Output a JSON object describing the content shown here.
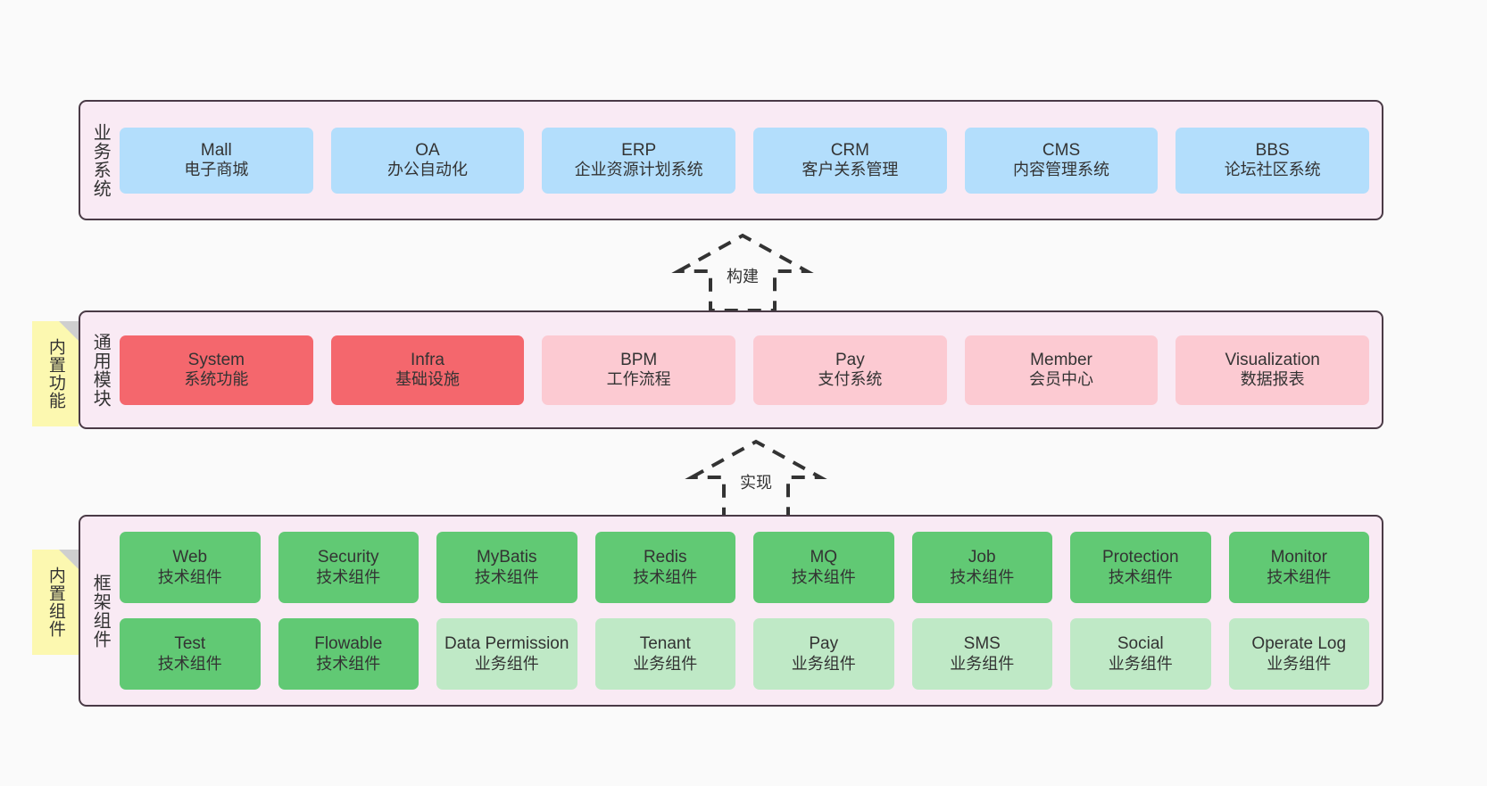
{
  "diagram": {
    "title": "",
    "colors": {
      "band_fill": "#f9eaf4",
      "band_border": "#4a3a46",
      "business_card": "#b3defc",
      "common_primary_card": "#f4676d",
      "common_secondary_card": "#fccad2",
      "tech_component_card": "#61c974",
      "business_component_card": "#bfe9c6",
      "sticky_note": "#fcf8b0",
      "page_background": "#fafafa"
    }
  },
  "bands": [
    {
      "id": "business",
      "label": "业务系统",
      "rows": [
        {
          "cards": [
            {
              "title": "Mall",
              "subtitle": "电子商城",
              "style": "c-blue"
            },
            {
              "title": "OA",
              "subtitle": "办公自动化",
              "style": "c-blue"
            },
            {
              "title": "ERP",
              "subtitle": "企业资源计划系统",
              "style": "c-blue"
            },
            {
              "title": "CRM",
              "subtitle": "客户关系管理",
              "style": "c-blue"
            },
            {
              "title": "CMS",
              "subtitle": "内容管理系统",
              "style": "c-blue"
            },
            {
              "title": "BBS",
              "subtitle": "论坛社区系统",
              "style": "c-blue"
            }
          ]
        }
      ]
    },
    {
      "id": "common",
      "label": "通用模块",
      "sticky": "内置功能",
      "rows": [
        {
          "cards": [
            {
              "title": "System",
              "subtitle": "系统功能",
              "style": "c-red"
            },
            {
              "title": "Infra",
              "subtitle": "基础设施",
              "style": "c-red"
            },
            {
              "title": "BPM",
              "subtitle": "工作流程",
              "style": "c-pink"
            },
            {
              "title": "Pay",
              "subtitle": "支付系统",
              "style": "c-pink"
            },
            {
              "title": "Member",
              "subtitle": "会员中心",
              "style": "c-pink"
            },
            {
              "title": "Visualization",
              "subtitle": "数据报表",
              "style": "c-pink"
            }
          ]
        }
      ]
    },
    {
      "id": "framework",
      "label": "框架组件",
      "sticky": "内置组件",
      "rows": [
        {
          "cards": [
            {
              "title": "Web",
              "subtitle": "技术组件",
              "style": "c-green"
            },
            {
              "title": "Security",
              "subtitle": "技术组件",
              "style": "c-green"
            },
            {
              "title": "MyBatis",
              "subtitle": "技术组件",
              "style": "c-green"
            },
            {
              "title": "Redis",
              "subtitle": "技术组件",
              "style": "c-green"
            },
            {
              "title": "MQ",
              "subtitle": "技术组件",
              "style": "c-green"
            },
            {
              "title": "Job",
              "subtitle": "技术组件",
              "style": "c-green"
            },
            {
              "title": "Protection",
              "subtitle": "技术组件",
              "style": "c-green"
            },
            {
              "title": "Monitor",
              "subtitle": "技术组件",
              "style": "c-green"
            }
          ]
        },
        {
          "cards": [
            {
              "title": "Test",
              "subtitle": "技术组件",
              "style": "c-green"
            },
            {
              "title": "Flowable",
              "subtitle": "技术组件",
              "style": "c-green"
            },
            {
              "title": "Data Permission",
              "subtitle": "业务组件",
              "style": "c-lightgreen"
            },
            {
              "title": "Tenant",
              "subtitle": "业务组件",
              "style": "c-lightgreen"
            },
            {
              "title": "Pay",
              "subtitle": "业务组件",
              "style": "c-lightgreen"
            },
            {
              "title": "SMS",
              "subtitle": "业务组件",
              "style": "c-lightgreen"
            },
            {
              "title": "Social",
              "subtitle": "业务组件",
              "style": "c-lightgreen"
            },
            {
              "title": "Operate Log",
              "subtitle": "业务组件",
              "style": "c-lightgreen"
            }
          ]
        }
      ]
    }
  ],
  "connectors": [
    {
      "id": "build",
      "label": "构建",
      "from": "common",
      "to": "business",
      "style": "dashed-hollow-arrow-up"
    },
    {
      "id": "implement",
      "label": "实现",
      "from": "framework",
      "to": "common",
      "style": "dashed-hollow-arrow-up"
    }
  ]
}
